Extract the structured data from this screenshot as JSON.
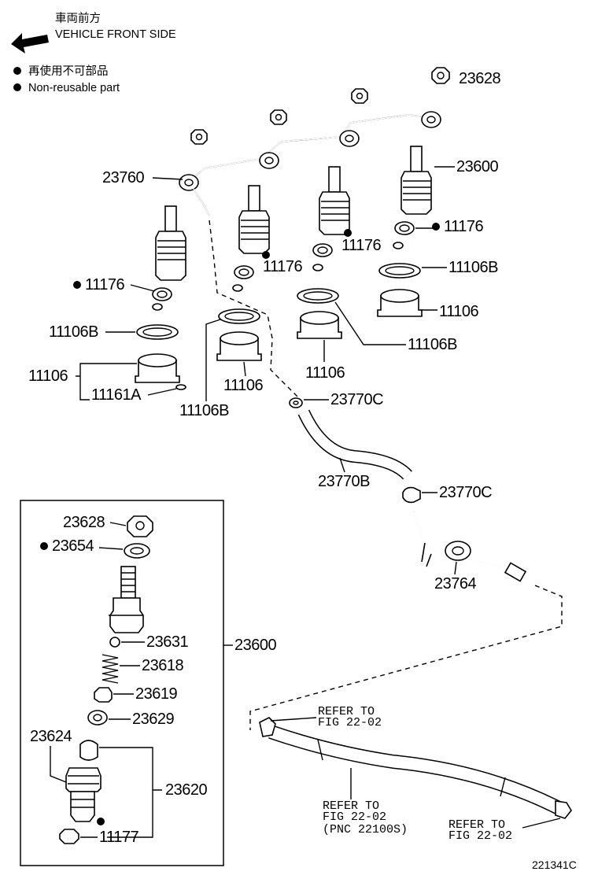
{
  "header": {
    "direction_jp": "車両前方",
    "direction_en": "VEHICLE FRONT SIDE",
    "legend_jp": "再使用不可部品",
    "legend_en": "Non-reusable part"
  },
  "callouts": {
    "c23628_top": "23628",
    "c23760": "23760",
    "c23600_top": "23600",
    "c11176_a": "11176",
    "c11176_b": "11176",
    "c11176_c": "11176",
    "c11176_d": "11176",
    "c11106B_a": "11106B",
    "c11106_a": "11106",
    "c11106B_b": "11106B",
    "c11106_b": "11106",
    "c11106B_c": "11106B",
    "c11106_c": "11106",
    "c11106_d": "11106",
    "c11161A": "11161A",
    "c11106B_d": "11106B",
    "c23770C_a": "23770C",
    "c23770B": "23770B",
    "c23770C_b": "23770C",
    "c23764": "23764",
    "c23628_box": "23628",
    "c23654": "23654",
    "c23631": "23631",
    "c23600_box": "23600",
    "c23618": "23618",
    "c23619": "23619",
    "c23629": "23629",
    "c23624": "23624",
    "c23620": "23620",
    "c11177": "11177"
  },
  "references": {
    "refer1_l1": "REFER TO",
    "refer1_l2": "FIG 22-02",
    "refer2_l1": "REFER TO",
    "refer2_l2": "FIG 22-02",
    "refer2_l3": "(PNC 22100S)",
    "refer3_l1": "REFER TO",
    "refer3_l2": "FIG 22-02"
  },
  "footer": {
    "figure_code": "221341C"
  },
  "colors": {
    "ink": "#000000",
    "paper": "#ffffff"
  }
}
